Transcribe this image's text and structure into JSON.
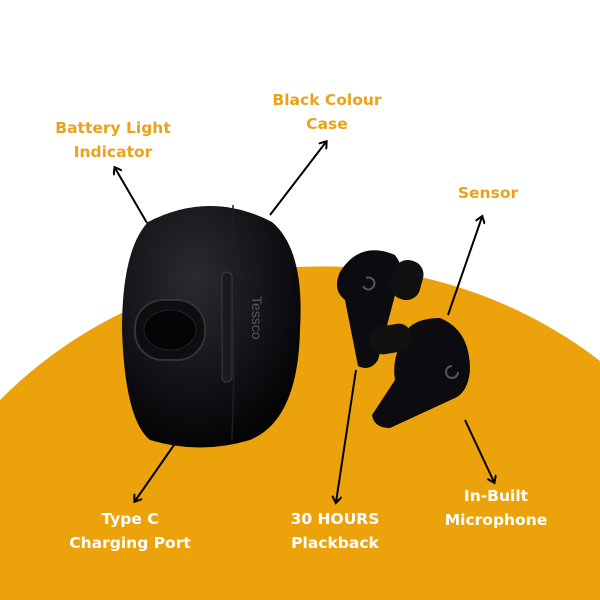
{
  "colors": {
    "accent": "#eca30b",
    "label_top": "#eba21a",
    "label_bottom": "#ffffff",
    "product": "#0c0c10"
  },
  "brand_logo": "Tessco",
  "labels": {
    "battery_light": [
      "Battery Light",
      "Indicator"
    ],
    "case_colour": [
      "Black Colour",
      "Case"
    ],
    "sensor": [
      "Sensor"
    ],
    "type_c": [
      "Type C",
      "Charging Port"
    ],
    "playback": [
      "30 HOURS",
      "Plackback"
    ],
    "microphone": [
      "In-Built",
      "Microphone"
    ]
  }
}
